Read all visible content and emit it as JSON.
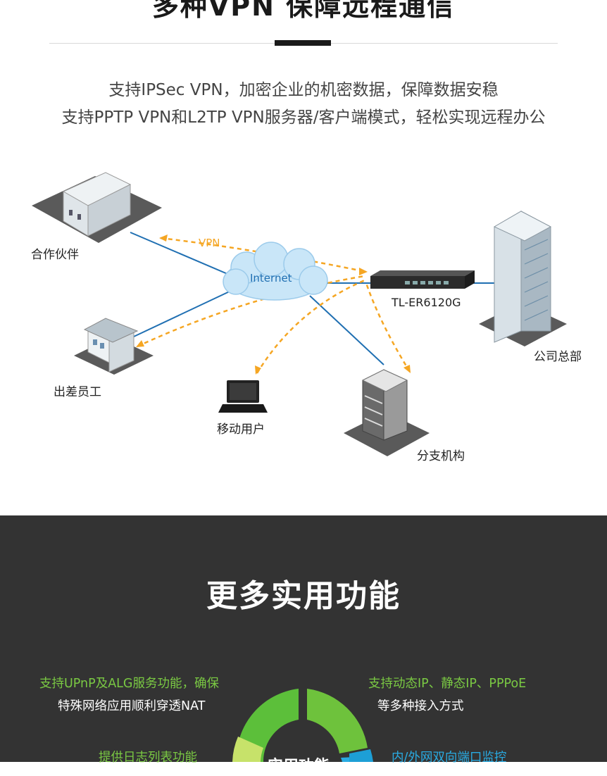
{
  "section1": {
    "title": "多种VPN 保障远程通信",
    "line1": "支持IPSec VPN，加密企业的机密数据，保障数据安稳",
    "line2": "支持PPTP VPN和L2TP VPN服务器/客户端模式，轻松实现远程办公"
  },
  "diagram": {
    "partner": "合作伙伴",
    "vpn": "VPN",
    "internet": "Internet",
    "router": "TL-ER6120G",
    "hq": "公司总部",
    "traveler": "出差员工",
    "mobile": "移动用户",
    "branch": "分支机构",
    "colors": {
      "link": "#1f6fb2",
      "vpn_dash": "#f5a623",
      "cloud": "#c9e6f8"
    }
  },
  "section2": {
    "title": "更多实用功能",
    "upnp_1": "支持UPnP及ALG服务功能，确保",
    "upnp_2": "特殊网络应用顺利穿透NAT",
    "access_1": "支持动态IP、静态IP、PPPoE",
    "access_2": "等多种接入方式",
    "log": "提供日志列表功能",
    "monitor": "内/外网双向端口监控",
    "center": "实用功能",
    "colors": {
      "green": "#7ac943",
      "light_green": "#c7e26a",
      "blue": "#29abe2"
    }
  }
}
